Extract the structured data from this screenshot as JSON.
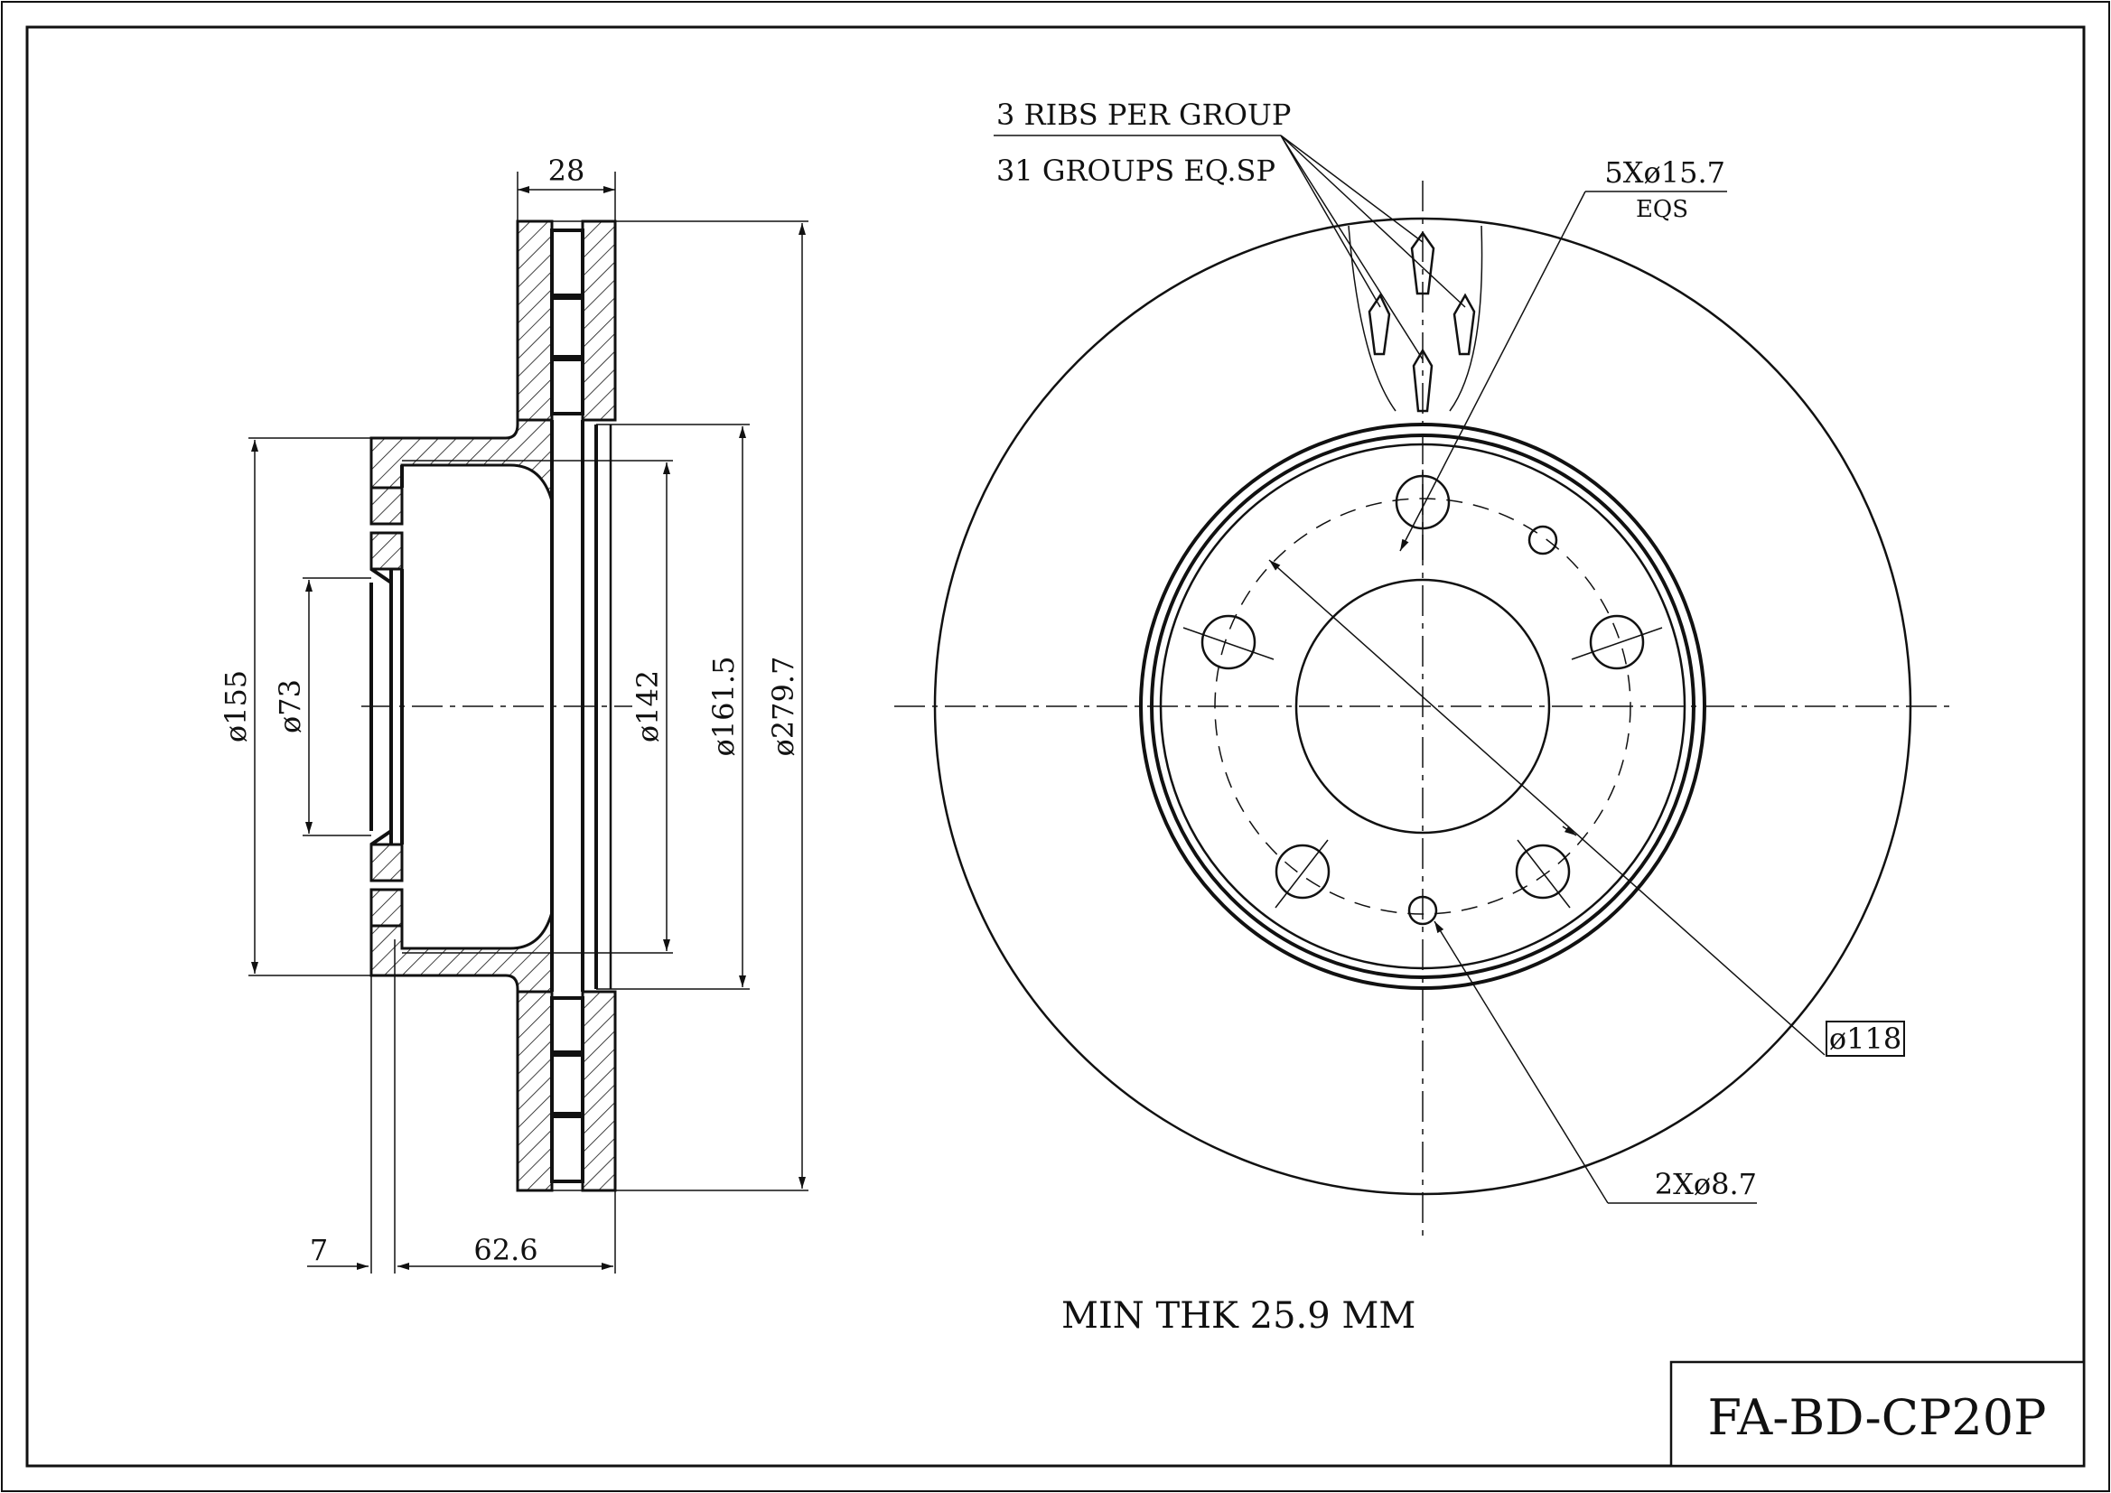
{
  "side_view": {
    "dim_width": "28",
    "dim_d155": "ø155",
    "dim_d73": "ø73",
    "dim_d142": "ø142",
    "dim_d161_5": "ø161.5",
    "dim_d279_7": "ø279.7",
    "dim_offset": "7",
    "dim_height": "62.6"
  },
  "front_view": {
    "ribs_label": "3 RIBS PER GROUP",
    "groups_label": "31 GROUPS EQ.SP",
    "bolt_holes_label": "5Xø15.7",
    "bolt_holes_sub": "EQS",
    "pcd_label": "ø118",
    "small_holes_label": "2Xø8.7"
  },
  "notes": {
    "min_thickness": "MIN THK 25.9 MM"
  },
  "title_block": {
    "part_number": "FA-BD-CP20P"
  }
}
